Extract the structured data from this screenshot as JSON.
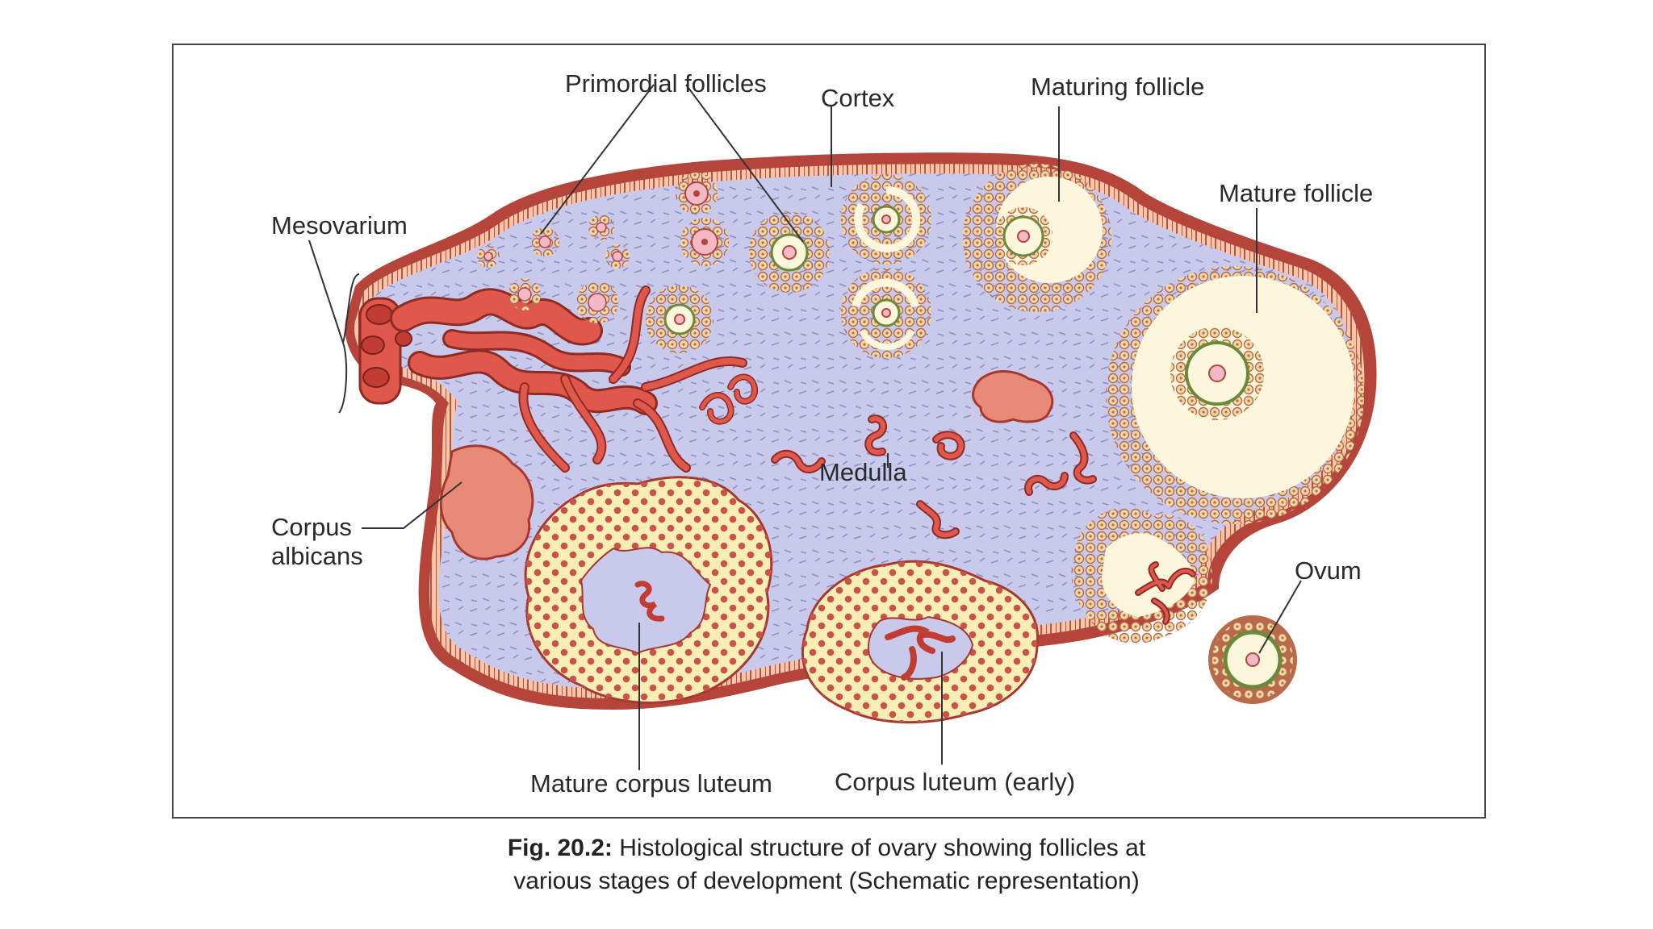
{
  "labels": {
    "primordial_follicles": "Primordial follicles",
    "cortex": "Cortex",
    "maturing_follicle": "Maturing follicle",
    "mesovarium": "Mesovarium",
    "mature_follicle": "Mature follicle",
    "medulla": "Medulla",
    "corpus_albicans_line1": "Corpus",
    "corpus_albicans_line2": "albicans",
    "ovum": "Ovum",
    "mature_corpus_luteum": "Mature corpus luteum",
    "corpus_luteum_early": "Corpus luteum (early)"
  },
  "caption": {
    "fig_number": "Fig. 20.2:",
    "line1": "Histological structure of ovary showing follicles at",
    "line2": "various stages of development (Schematic representation)"
  },
  "colors": {
    "stroma": "#c9c9ec",
    "epithelium": "#b5443a",
    "vessel": "#e0574c",
    "luteum": "#f7eeb6",
    "albicans": "#e88a78",
    "follicle_pink": "#f3b9c6",
    "antrum": "#fbf6dc"
  }
}
